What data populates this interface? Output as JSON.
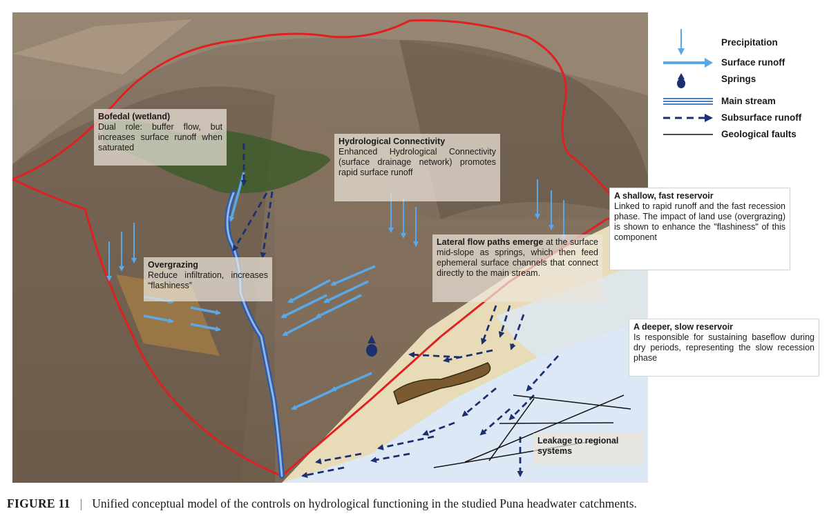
{
  "boxes": {
    "bofedal": {
      "title": "Bofedal (wetland)",
      "body": "Dual role: buffer flow, but increases surface runoff when saturated"
    },
    "connectivity": {
      "title": "Hydrological Connectivity",
      "body": "Enhanced Hydrological Connectivity (surface drainage network) promotes rapid surface runoff"
    },
    "overgrazing": {
      "title": "Overgrazing",
      "body": "Reduce infiltration, increases “flashiness”"
    },
    "lateral": {
      "title": "Lateral flow paths emerge",
      "body": " at the surface mid-slope as springs, which then feed ephemeral surface channels that connect directly to the main stream."
    },
    "shallow": {
      "title": "A shallow, fast reservoir",
      "body": "Linked to rapid runoff and the fast recession phase. The impact of land use (overgrazing) is shown to enhance the \"flashiness\" of this component"
    },
    "deep": {
      "title": "A deeper, slow reservoir",
      "body": "Is responsible for sustaining baseflow during dry periods, representing the slow recession phase"
    },
    "leakage": {
      "title": "Leakage to regional systems"
    }
  },
  "legend": {
    "precipitation": "Precipitation",
    "surface_runoff": "Surface runoff",
    "springs": "Springs",
    "main_stream": "Main stream",
    "subsurface_runoff": "Subsurface runoff",
    "geological_faults": "Geological faults"
  },
  "caption": {
    "label": "FIGURE 11",
    "separator": "|",
    "text": "Unified conceptual model of the controls on hydrological functioning in the studied Puna headwater catchments."
  },
  "colors": {
    "catchment_boundary": "#e02020",
    "surface_arrow": "#5aa8e6",
    "subsurface_arrow": "#1c2f6e",
    "main_stream": "#4a7ec8",
    "wetland": "#3e5a2c",
    "overgrazing": "#a07a45",
    "shallow_reservoir": "#e8dcb8",
    "deep_reservoir": "#dce8f5"
  }
}
